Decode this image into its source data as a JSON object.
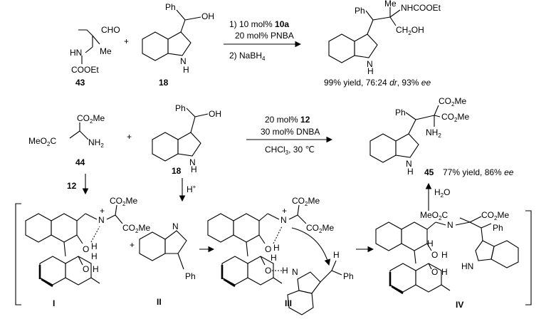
{
  "scheme1": {
    "reactant1": {
      "cho": "CHO",
      "hn": "HN",
      "me": "Me",
      "cooet": "COOEt",
      "label": "43"
    },
    "plus": "+",
    "reactant2": {
      "ph": "Ph",
      "oh": "OH",
      "nh": "N",
      "h": "H",
      "label": "18"
    },
    "conditions": {
      "line1_a": "1) 10 mol% ",
      "line1_b": "10a",
      "line2": "20 mol% PNBA",
      "line3": "2) NaBH",
      "line3_sub": "4"
    },
    "product": {
      "ph": "Ph",
      "me": "Me",
      "nhcooet": "NHCOOEt",
      "ch2oh": "CH",
      "ch2oh_sub": "2",
      "ch2oh_end": "OH",
      "n": "N",
      "h": "H"
    },
    "yield": {
      "a": "99% yield, 76:24 ",
      "dr": "dr",
      "b": ", 93% ",
      "ee": "ee"
    }
  },
  "scheme2": {
    "reactant1": {
      "co2me_top": "CO",
      "co2me_top_sub": "2",
      "co2me_top_end": "Me",
      "meo2c": "MeO",
      "meo2c_sub": "2",
      "meo2c_end": "C",
      "nh2": "NH",
      "nh2_sub": "2",
      "label": "44"
    },
    "plus": "+",
    "reactant2": {
      "ph": "Ph",
      "oh": "OH",
      "n": "N",
      "h": "H",
      "label": "18"
    },
    "conditions": {
      "line1_a": "20 mol% ",
      "line1_b": "12",
      "line2": "30 mol% DNBA",
      "line3": "CHCl",
      "line3_sub": "3",
      "line3_end": ", 30 ℃"
    },
    "product": {
      "ph": "Ph",
      "co2me1": "CO",
      "co2me1_sub": "2",
      "co2me1_end": "Me",
      "co2me2": "CO",
      "co2me2_sub": "2",
      "co2me2_end": "Me",
      "nh2": "NH",
      "nh2_sub": "2",
      "n": "N",
      "h": "H",
      "label": "45",
      "yield_a": "77% yield, 86% ",
      "yield_ee": "ee"
    }
  },
  "mechanism": {
    "arrow12": "12",
    "arrowH": "H",
    "arrowH_sup": "+",
    "arrowH2O": "H",
    "arrowH2O_sub": "2",
    "arrowH2O_end": "O",
    "I": {
      "plus": "+",
      "n": "N",
      "co2me_top": "CO",
      "co2me_top_sub": "2",
      "co2me_top_end": "Me",
      "co2me_right": "CO",
      "co2me_right_sub": "2",
      "co2me_right_end": "Me",
      "o1": "O",
      "h1": "H",
      "h2": "H",
      "o2": "O",
      "h3": "H",
      "label": "I"
    },
    "plus": "+",
    "II": {
      "n": "N",
      "ph": "Ph",
      "label": "II"
    },
    "III": {
      "plus": "+",
      "n": "N",
      "co2me_top": "CO",
      "co2me_top_sub": "2",
      "co2me_top_end": "Me",
      "co2me_right": "CO",
      "co2me_right_sub": "2",
      "co2me_right_end": "Me",
      "o1": "O",
      "h1": "H",
      "h2": "H",
      "o2": "O",
      "h3": "H",
      "n_ind": "N",
      "h_top": "H",
      "ph": "Ph",
      "label": "III"
    },
    "IV": {
      "meo2c": "MeO",
      "meo2c_sub": "2",
      "meo2c_end": "C",
      "n": "N",
      "co2me": "CO",
      "co2me_sub": "2",
      "co2me_end": "Me",
      "ph": "Ph",
      "h1": "H",
      "o1": "O",
      "h2": "H",
      "o2": "O",
      "h3": "H",
      "hn": "HN",
      "label": "IV"
    }
  }
}
